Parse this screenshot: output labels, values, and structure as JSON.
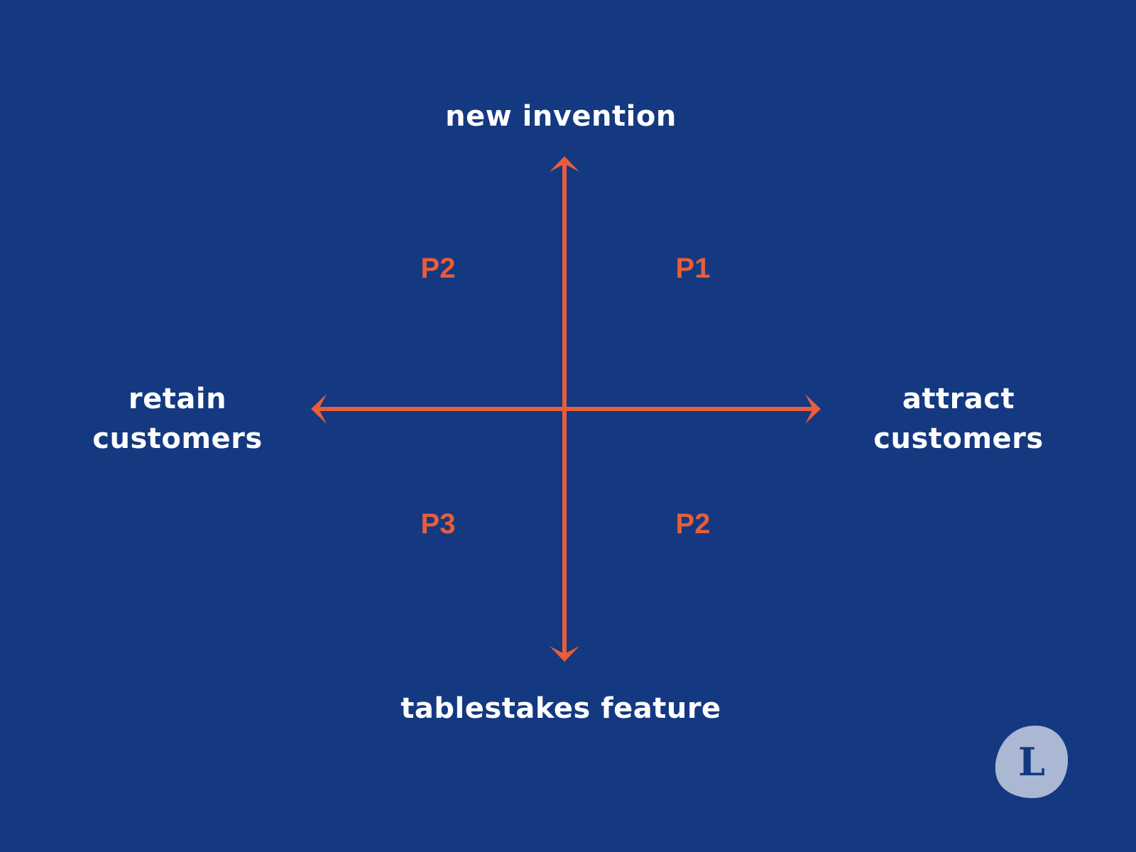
{
  "diagram": {
    "type": "priority-quadrant",
    "axes": {
      "vertical": {
        "top_label": "new invention",
        "bottom_label": "tablestakes feature"
      },
      "horizontal": {
        "left_label": {
          "line1": "retain",
          "line2": "customers"
        },
        "right_label": {
          "line1": "attract",
          "line2": "customers"
        }
      }
    },
    "quadrants": {
      "top_left": "P2",
      "top_right": "P1",
      "bottom_left": "P3",
      "bottom_right": "P2"
    },
    "logo": {
      "letter": "L",
      "icon": "logo-blob-icon"
    }
  },
  "colors": {
    "background": "#143981",
    "axis": "#E85D3A",
    "priority_text": "#E85D3A",
    "label_text": "#FFFFFF",
    "logo_blob": "#AAB8D4",
    "logo_letter": "#143981"
  }
}
